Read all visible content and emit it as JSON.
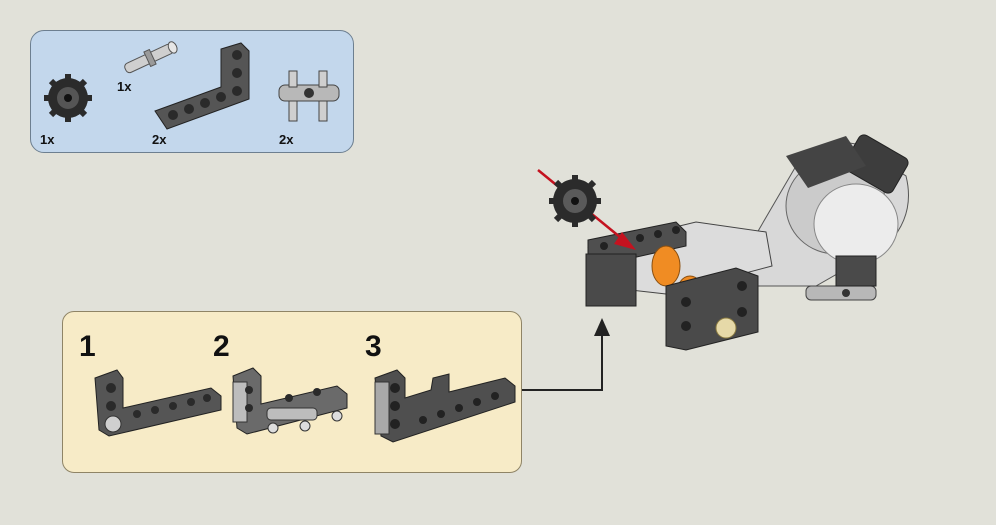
{
  "parts": [
    {
      "name": "gear",
      "qty": "1x"
    },
    {
      "name": "pin",
      "qty": "1x"
    },
    {
      "name": "l-beam",
      "qty": "2x"
    },
    {
      "name": "cross-block",
      "qty": "2x"
    }
  ],
  "steps": [
    "1",
    "2",
    "3"
  ],
  "colors": {
    "parts_bg": "#c3d7ec",
    "steps_bg": "#f7ebc7",
    "page_bg": "#e1e1d9",
    "arrow_red": "#c4121f",
    "accent_orange": "#f08c23"
  }
}
